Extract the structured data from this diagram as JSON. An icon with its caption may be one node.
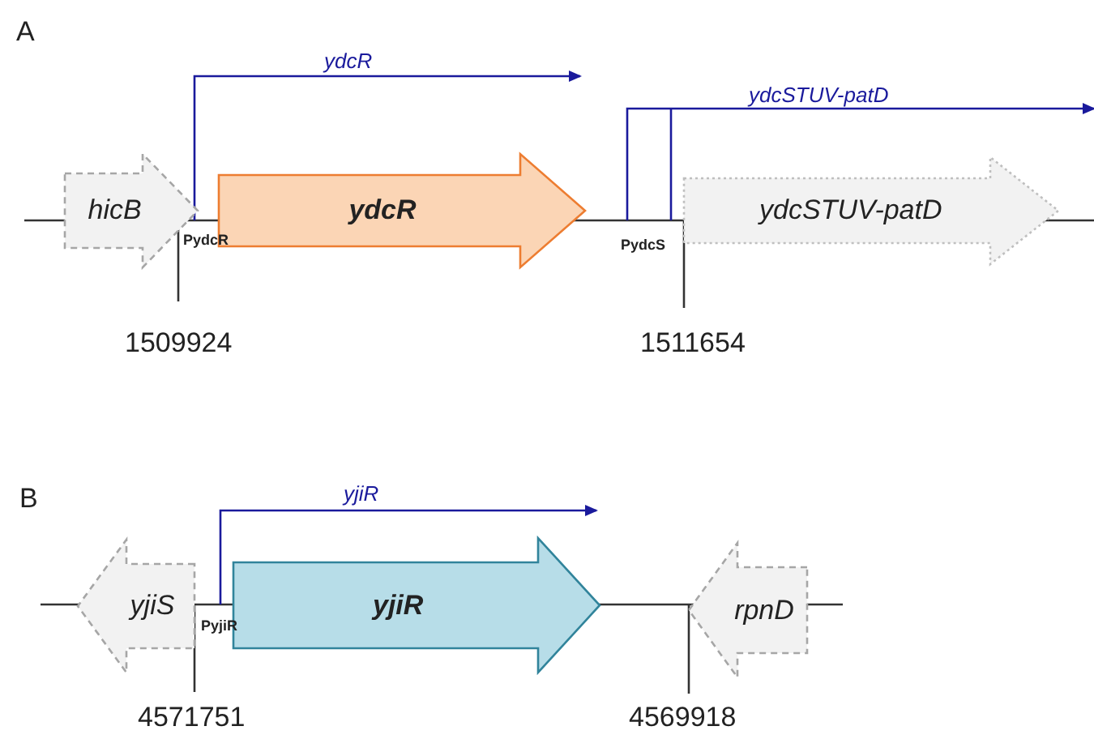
{
  "diagram": {
    "nodes": [
      {
        "text": [
          "hicB"
        ]
      },
      {
        "text": [
          "ydcR"
        ]
      },
      {
        "text": [
          "ydcSTUV-patD"
        ]
      },
      {
        "text": [
          "yjiS"
        ]
      },
      {
        "text": [
          "yjiR"
        ]
      },
      {
        "text": [
          "rpnD"
        ]
      }
    ],
    "labels": [
      "A",
      "ydcR",
      "ydcSTUV-patD",
      "PydcR",
      "PydcS",
      "1509924",
      "1511654",
      "B",
      "yjiR",
      "PyjiR",
      "4571751",
      "4569918"
    ]
  }
}
